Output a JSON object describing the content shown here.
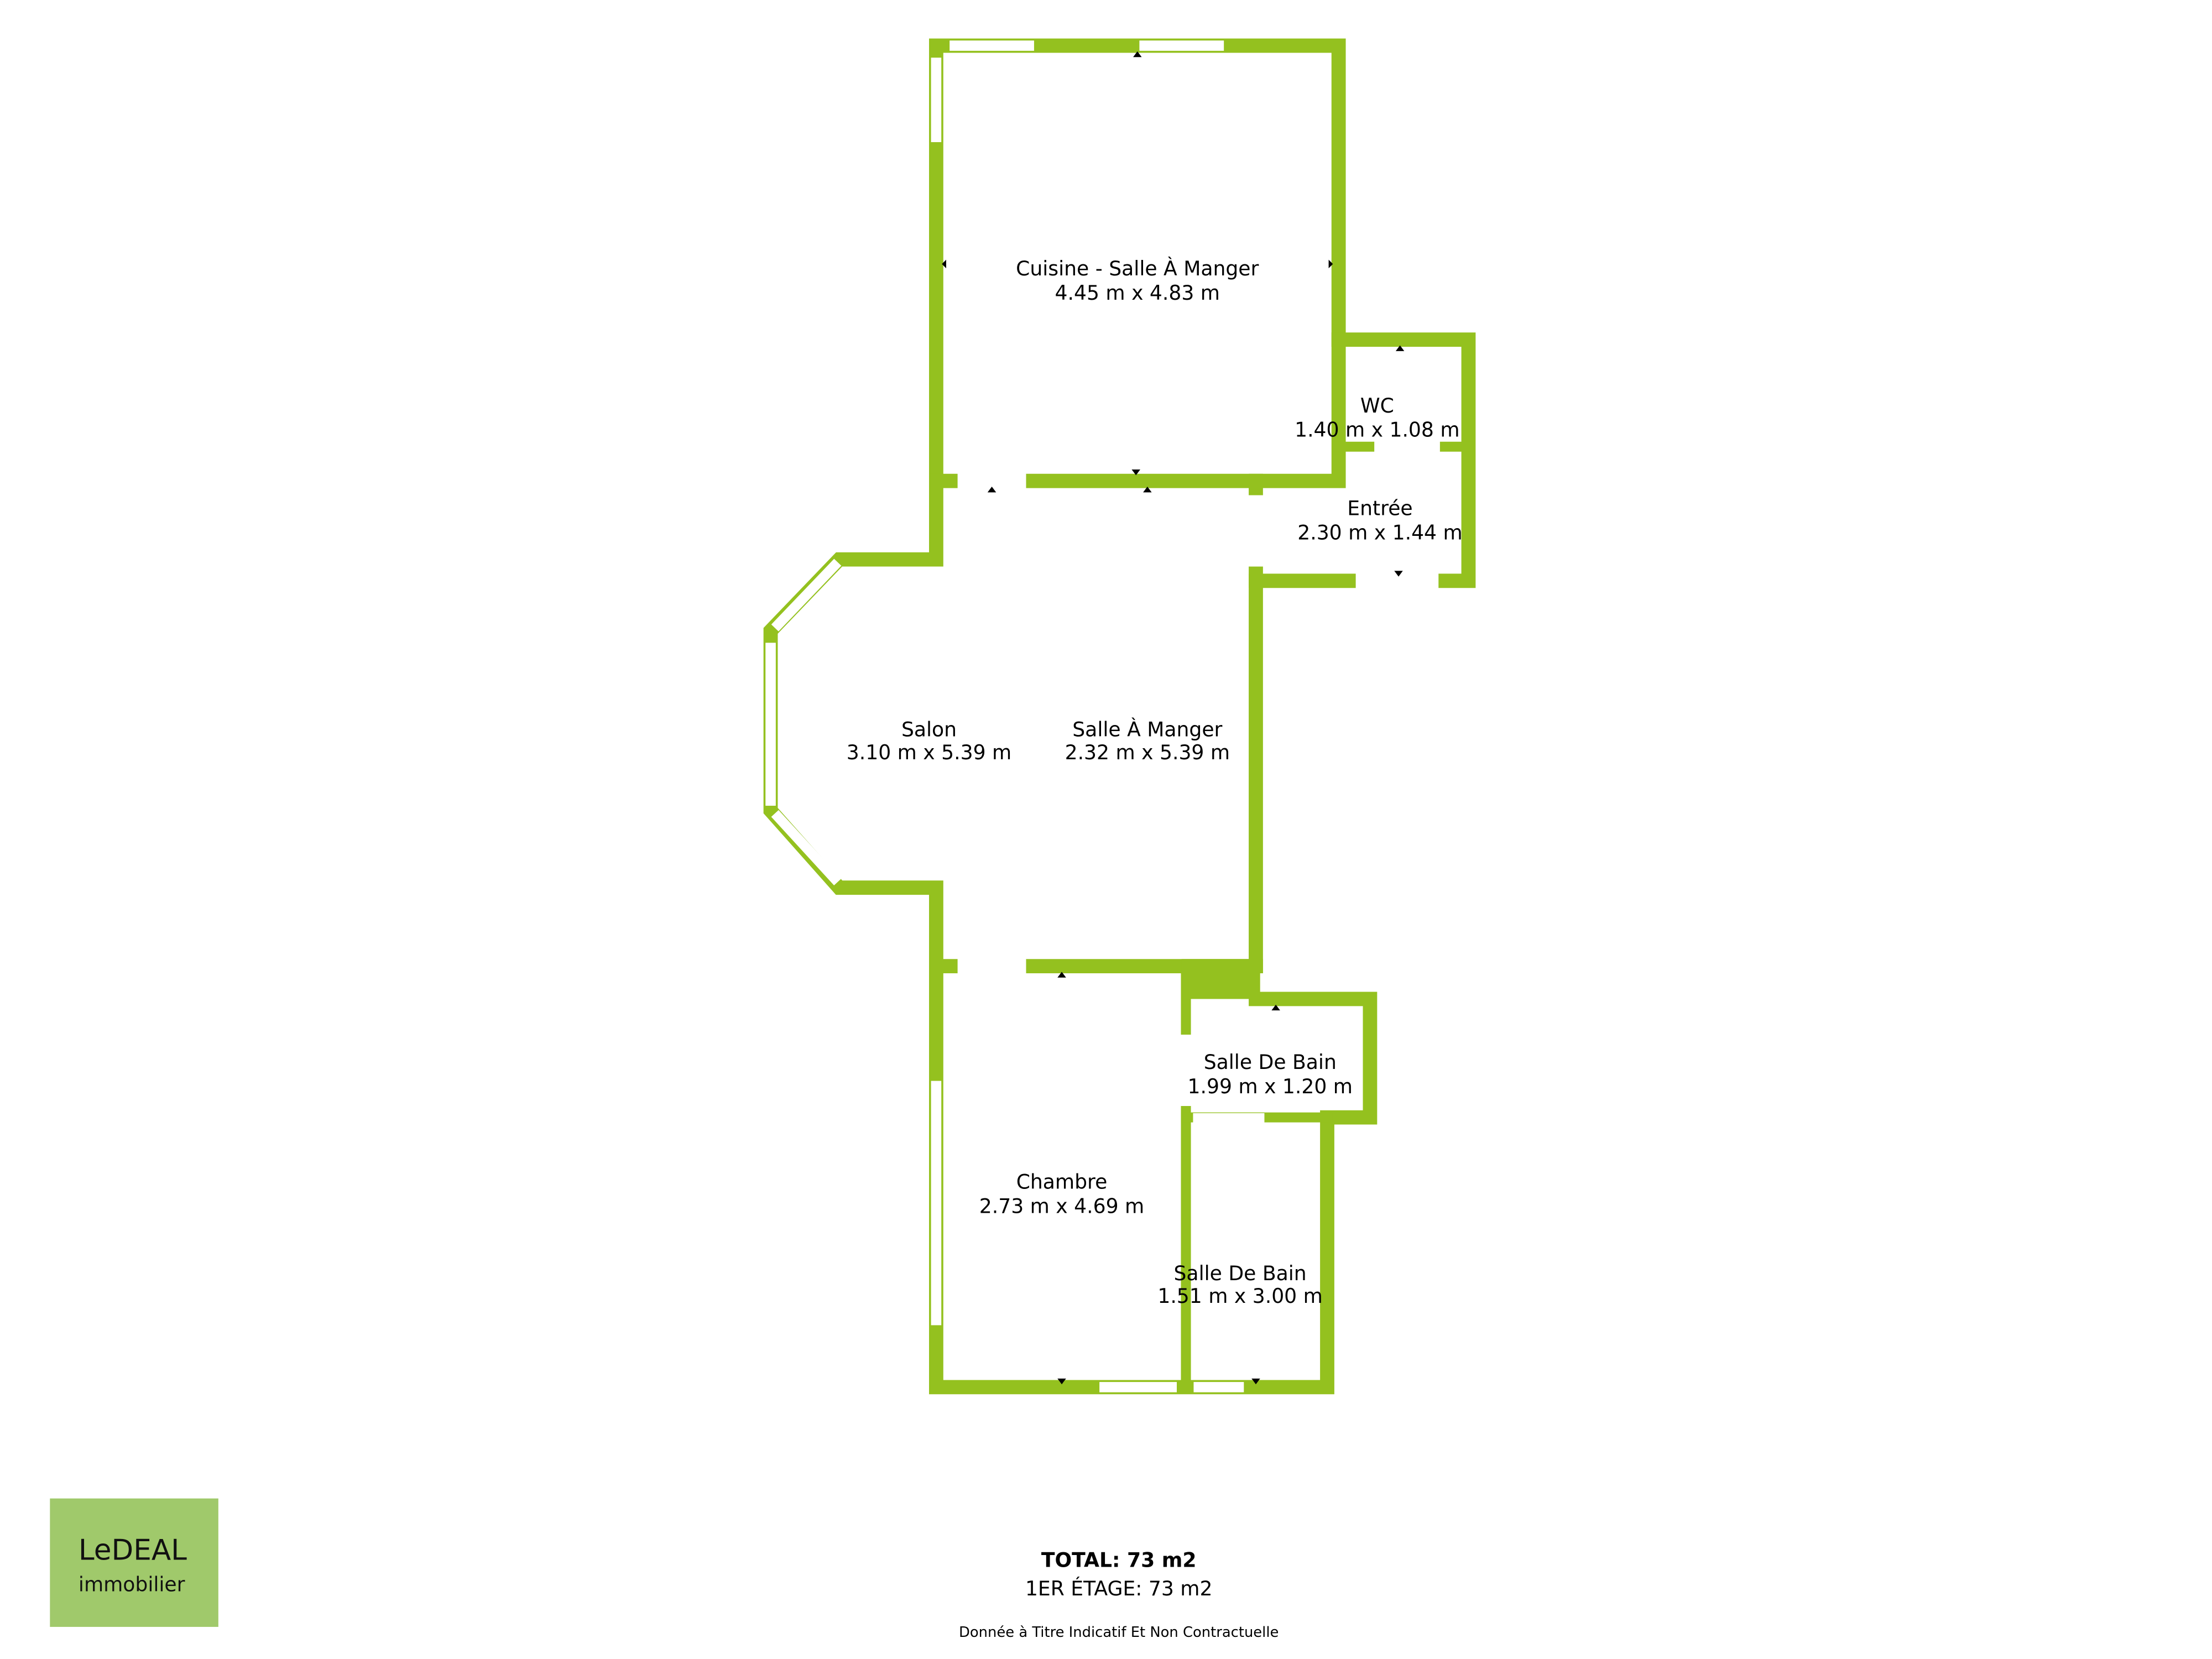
{
  "colors": {
    "wall": "#94c11f",
    "logo_bg": "#a0c96b",
    "text": "#000000"
  },
  "rooms": [
    {
      "name": "Cuisine - Salle À Manger",
      "dims": "4.45 m x 4.83 m"
    },
    {
      "name": "WC",
      "dims": "1.40 m x 1.08 m"
    },
    {
      "name": "Entrée",
      "dims": "2.30 m x 1.44 m"
    },
    {
      "name": "Salon",
      "dims": "3.10 m x 5.39 m"
    },
    {
      "name": "Salle À Manger",
      "dims": "2.32 m x 5.39 m"
    },
    {
      "name": "Salle De Bain",
      "dims": "1.99 m x 1.20 m"
    },
    {
      "name": "Chambre",
      "dims": "2.73 m x 4.69 m"
    },
    {
      "name": "Salle De Bain",
      "dims": "1.51 m x 3.00 m"
    }
  ],
  "logo": {
    "line1": "LeDEAL",
    "line2": "immobilier"
  },
  "summary": {
    "total": "TOTAL: 73 m2",
    "floor": "1ER ÉTAGE: 73 m2",
    "disclaimer": "Donnée à Titre Indicatif Et Non Contractuelle"
  }
}
